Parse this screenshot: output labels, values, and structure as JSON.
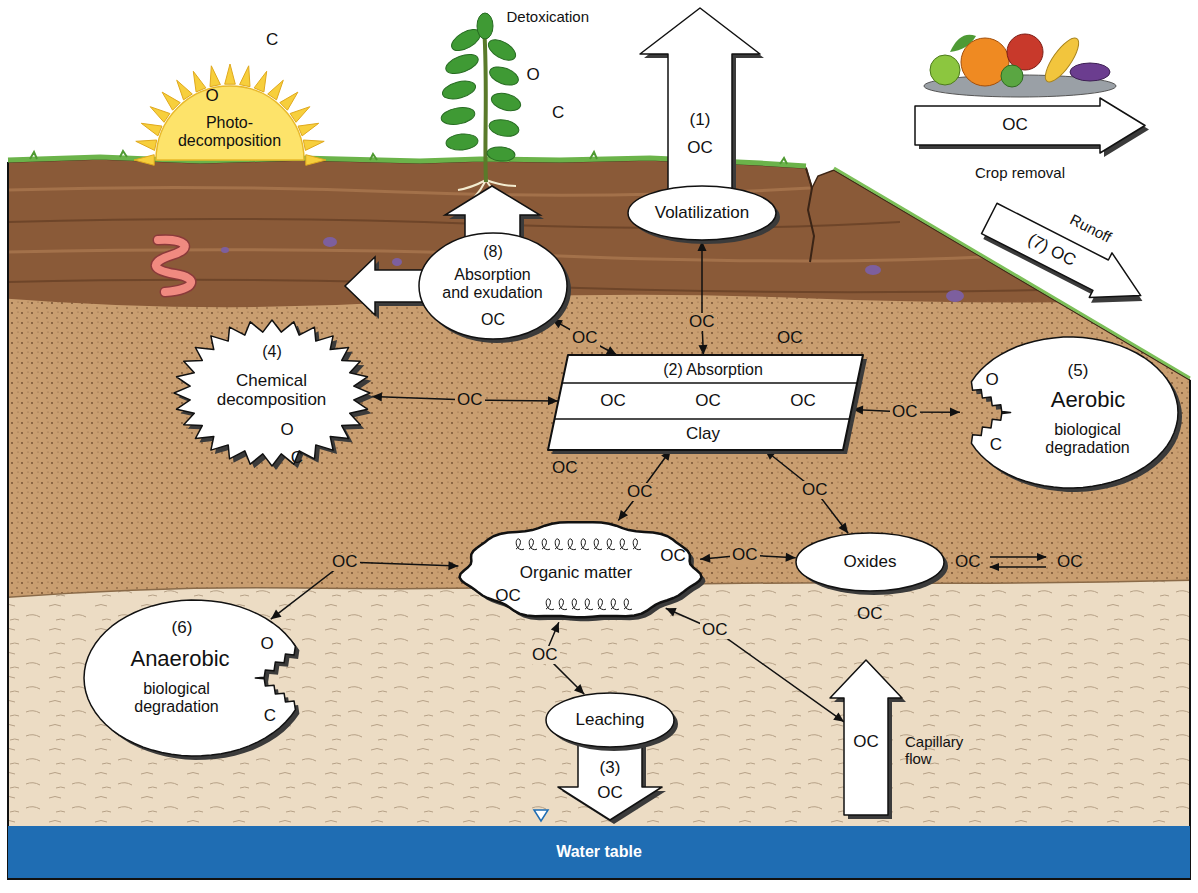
{
  "diagram": {
    "nodes": [
      {
        "text": [
          "O",
          "Photo-decomposition"
        ]
      },
      {
        "text": [
          "(1)",
          "OC"
        ]
      },
      {
        "text": [
          "OC",
          "Crop removal"
        ]
      },
      {
        "text": [
          "Volatilization"
        ]
      },
      {
        "text": [
          "Runoff",
          "(7) OC"
        ]
      },
      {
        "text": [
          "(8)",
          "Absorption and exudation",
          "OC"
        ]
      },
      {
        "text": [
          "(4)",
          "Chemical decomposition",
          "O",
          "C"
        ]
      },
      {
        "text": [
          "(2) Absorption",
          "OC",
          "OC",
          "OC",
          "Clay"
        ]
      },
      {
        "text": [
          "O",
          "(5)",
          "Aerobic",
          "biological degradation",
          "C"
        ]
      },
      {
        "text": [
          "OC",
          "Organic matter",
          "OC"
        ]
      },
      {
        "text": [
          "Oxides"
        ]
      },
      {
        "text": [
          "(6)",
          "Anaerobic",
          "biological degradation",
          "O",
          "C"
        ]
      },
      {
        "text": [
          "Leaching",
          "(3)",
          "OC"
        ]
      },
      {
        "text": [
          "OC",
          "Capillary flow"
        ]
      },
      {
        "text": [
          "Water table"
        ]
      }
    ],
    "edges": [
      {
        "from": 5,
        "to": 7,
        "arrow": "both",
        "label": "OC"
      },
      {
        "from": 3,
        "to": 7,
        "arrow": "both",
        "label": "OC"
      },
      {
        "from": 6,
        "to": 7,
        "arrow": "both",
        "label": "OC"
      },
      {
        "from": 7,
        "to": 8,
        "arrow": "both",
        "label": "OC"
      },
      {
        "from": 7,
        "to": 9,
        "arrow": "both",
        "label": "OC"
      },
      {
        "from": 7,
        "to": 10,
        "arrow": "both",
        "label": "OC"
      },
      {
        "from": 11,
        "to": 9,
        "arrow": "both",
        "label": "OC"
      },
      {
        "from": 9,
        "to": 10,
        "arrow": "both",
        "label": "OC"
      },
      {
        "from": 9,
        "to": 12,
        "arrow": "both",
        "label": "OC"
      },
      {
        "from": 13,
        "to": 9,
        "arrow": "both",
        "label": "OC"
      }
    ],
    "labels": [
      "C",
      "Detoxication",
      "O",
      "C",
      "OC",
      "OC",
      "OC",
      "OC",
      "OC"
    ]
  }
}
